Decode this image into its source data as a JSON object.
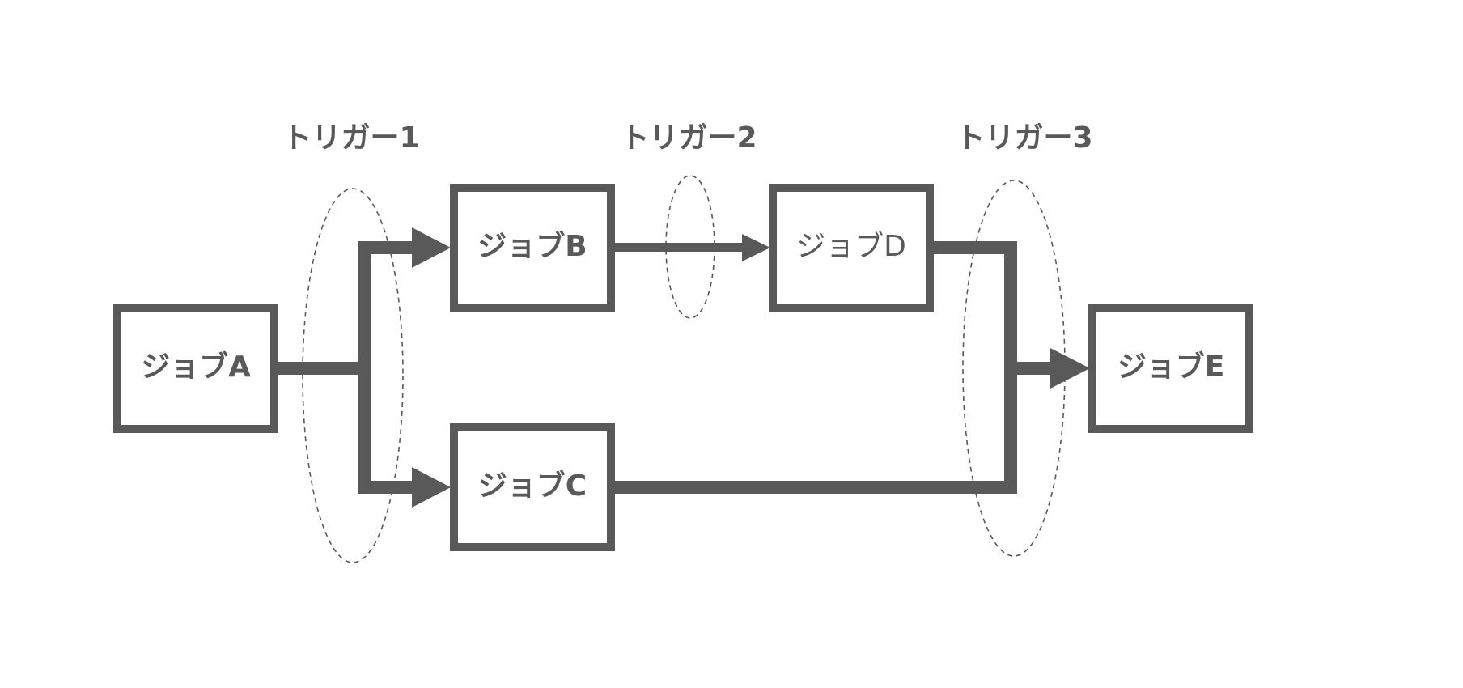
{
  "diagram": {
    "colors": {
      "stroke": "#595959",
      "dashed": "#595959",
      "background": "#ffffff"
    },
    "jobs": [
      {
        "id": "A",
        "label": "ジョブA",
        "bold": true
      },
      {
        "id": "B",
        "label": "ジョブB",
        "bold": true
      },
      {
        "id": "C",
        "label": "ジョブC",
        "bold": true
      },
      {
        "id": "D",
        "label": "ジョブD",
        "bold": false
      },
      {
        "id": "E",
        "label": "ジョブE",
        "bold": true
      }
    ],
    "triggers": [
      {
        "id": "1",
        "label": "トリガー1",
        "covers": [
          "A→B",
          "A→C"
        ]
      },
      {
        "id": "2",
        "label": "トリガー2",
        "covers": [
          "B→D"
        ]
      },
      {
        "id": "3",
        "label": "トリガー3",
        "covers": [
          "D→E",
          "C→E"
        ]
      }
    ],
    "edges": [
      {
        "from": "A",
        "to": "B",
        "weight": "thick"
      },
      {
        "from": "A",
        "to": "C",
        "weight": "thick"
      },
      {
        "from": "B",
        "to": "D",
        "weight": "thin"
      },
      {
        "from": "D",
        "to": "E",
        "weight": "thick"
      },
      {
        "from": "C",
        "to": "E",
        "weight": "thick"
      }
    ]
  }
}
